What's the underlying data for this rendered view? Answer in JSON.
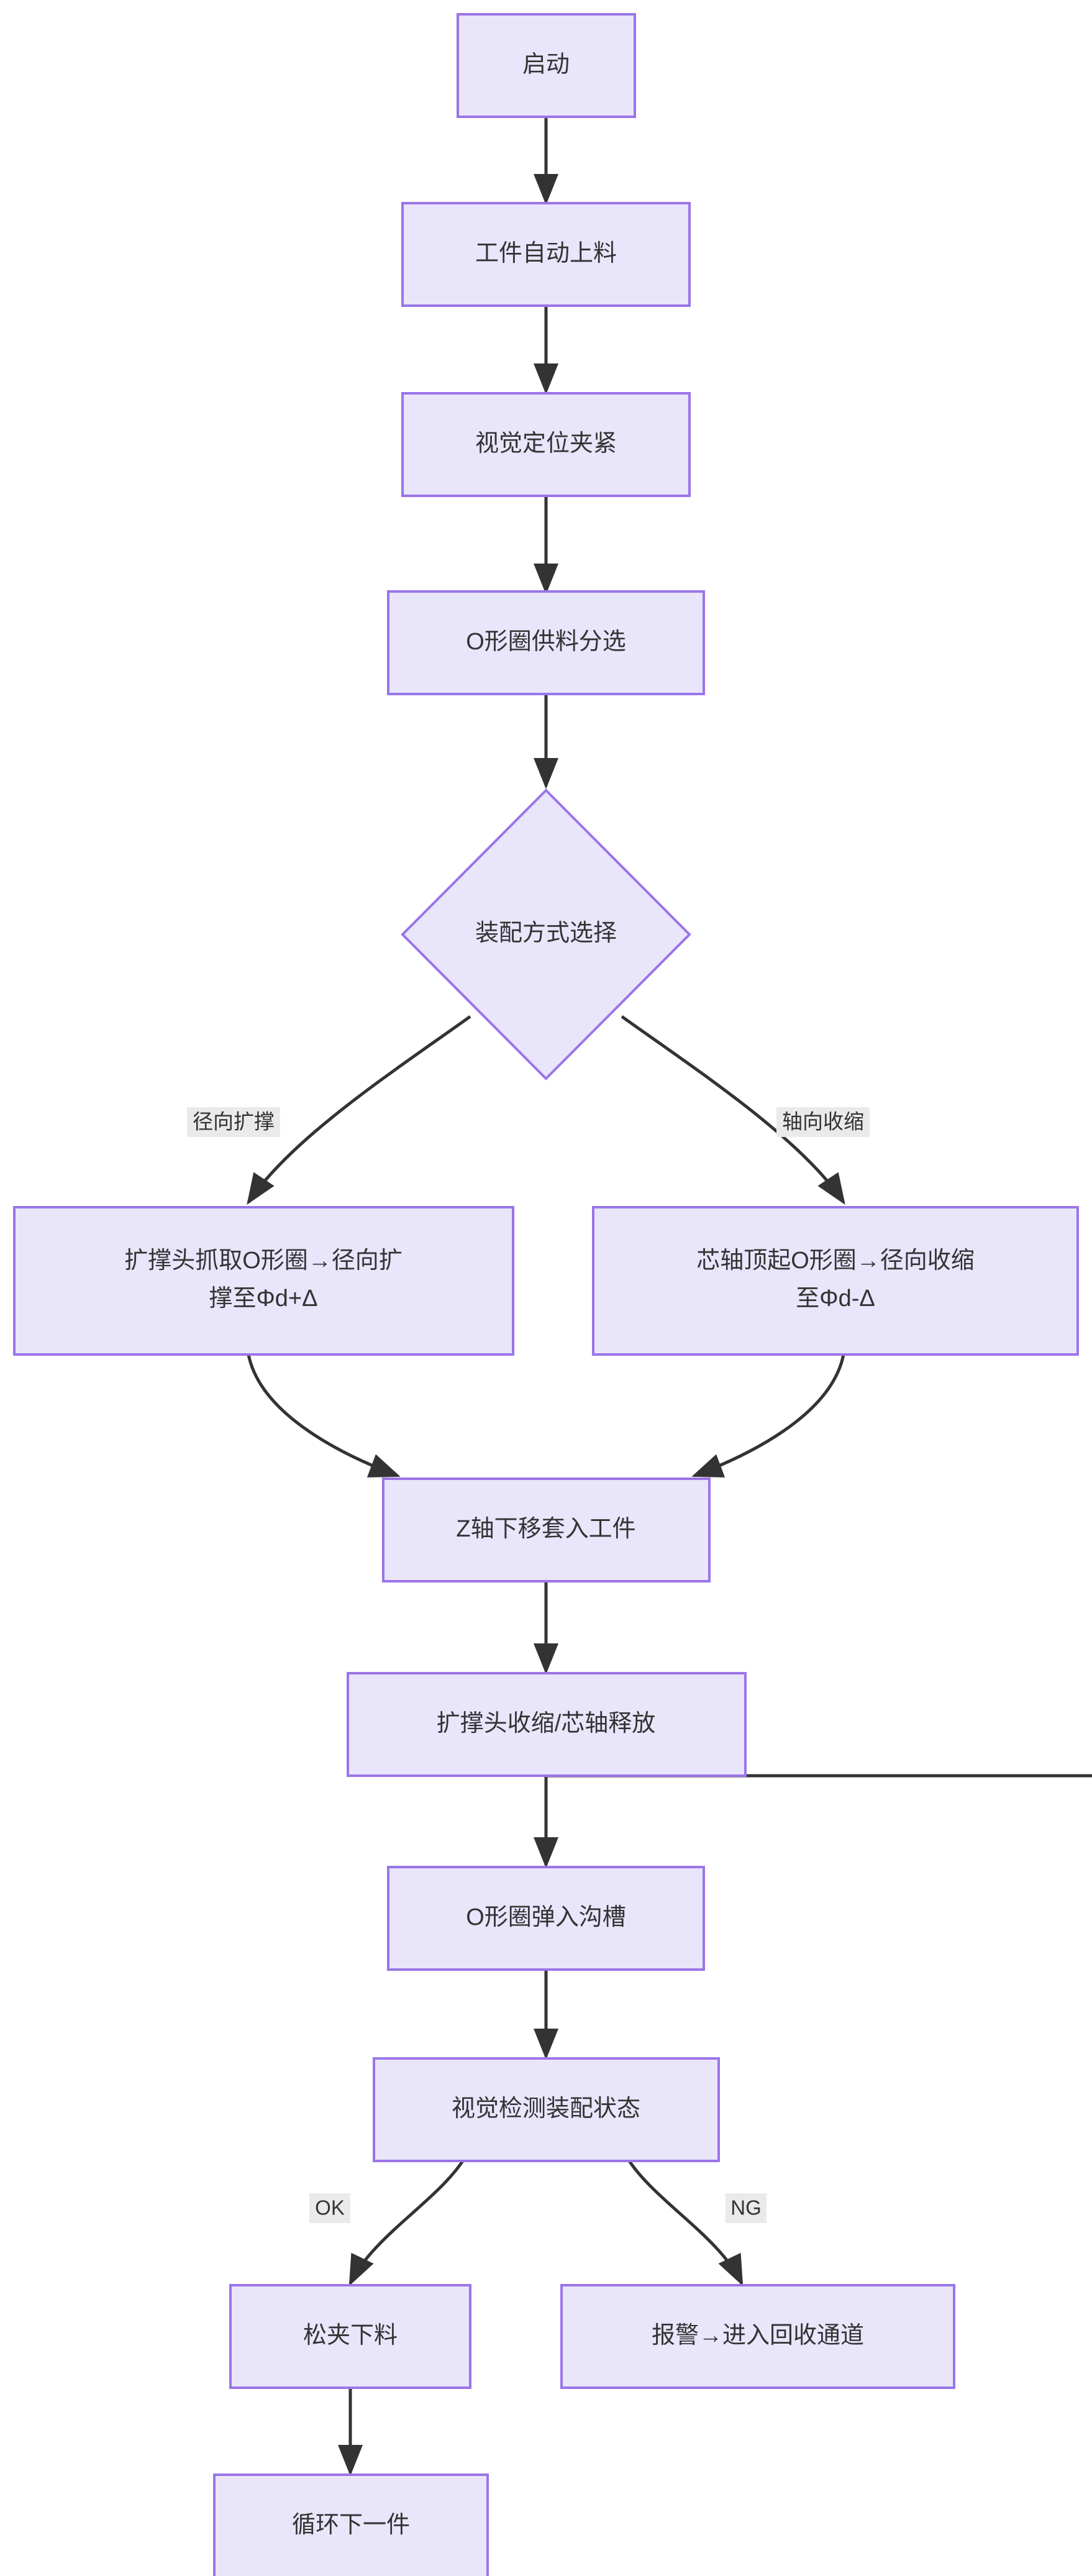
{
  "diagram": {
    "type": "flowchart",
    "direction": "top-to-bottom",
    "theme": {
      "node_fill": "#e9e5fb",
      "node_border": "#9a75e8",
      "edge_color": "#333333",
      "edge_label_bg": "#eaeaea",
      "text_color": "#333333",
      "background": "#ffffff"
    },
    "nodes": [
      {
        "id": "start",
        "shape": "rect",
        "label": "启动"
      },
      {
        "id": "feed",
        "shape": "rect",
        "label": "工件自动上料"
      },
      {
        "id": "vision_clamp",
        "shape": "rect",
        "label": "视觉定位夹紧"
      },
      {
        "id": "oring_sort",
        "shape": "rect",
        "label": "O形圈供料分选"
      },
      {
        "id": "mode_select",
        "shape": "diamond",
        "label": "装配方式选择"
      },
      {
        "id": "radial_exp",
        "shape": "rect",
        "label_line1": "扩撑头抓取O形圈→径向扩",
        "label_line2": "撑至Φd+Δ"
      },
      {
        "id": "axial_shrink",
        "shape": "rect",
        "label_line1": "芯轴顶起O形圈→径向收缩",
        "label_line2": "至Φd-Δ"
      },
      {
        "id": "z_down",
        "shape": "rect",
        "label": "Z轴下移套入工件"
      },
      {
        "id": "release",
        "shape": "rect",
        "label": "扩撑头收缩/芯轴释放"
      },
      {
        "id": "snap_groove",
        "shape": "rect",
        "label": "O形圈弹入沟槽"
      },
      {
        "id": "inspect",
        "shape": "rect",
        "label": "视觉检测装配状态"
      },
      {
        "id": "unload",
        "shape": "rect",
        "label": "松夹下料"
      },
      {
        "id": "alarm",
        "shape": "rect",
        "label": "报警→进入回收通道"
      },
      {
        "id": "next_cycle",
        "shape": "rect",
        "label": "循环下一件"
      }
    ],
    "edges": [
      {
        "from": "start",
        "to": "feed",
        "label": ""
      },
      {
        "from": "feed",
        "to": "vision_clamp",
        "label": ""
      },
      {
        "from": "vision_clamp",
        "to": "oring_sort",
        "label": ""
      },
      {
        "from": "oring_sort",
        "to": "mode_select",
        "label": ""
      },
      {
        "from": "mode_select",
        "to": "radial_exp",
        "label": "径向扩撑"
      },
      {
        "from": "mode_select",
        "to": "axial_shrink",
        "label": "轴向收缩"
      },
      {
        "from": "radial_exp",
        "to": "z_down",
        "label": ""
      },
      {
        "from": "axial_shrink",
        "to": "z_down",
        "label": ""
      },
      {
        "from": "z_down",
        "to": "release",
        "label": ""
      },
      {
        "from": "release",
        "to": "snap_groove",
        "label": ""
      },
      {
        "from": "snap_groove",
        "to": "inspect",
        "label": ""
      },
      {
        "from": "inspect",
        "to": "unload",
        "label": "OK"
      },
      {
        "from": "inspect",
        "to": "alarm",
        "label": "NG"
      },
      {
        "from": "unload",
        "to": "next_cycle",
        "label": ""
      }
    ],
    "edge_labels": {
      "radial": "径向扩撑",
      "axial": "轴向收缩",
      "ok": "OK",
      "ng": "NG"
    }
  }
}
